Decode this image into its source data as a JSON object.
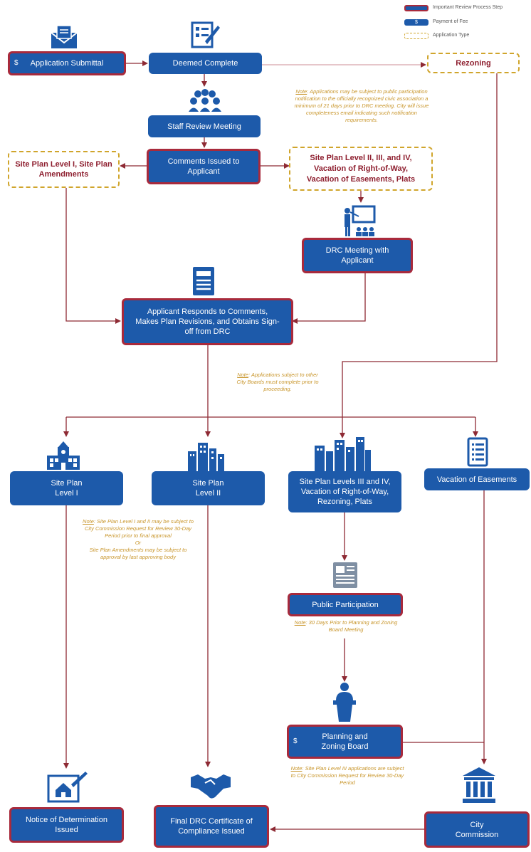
{
  "legend": {
    "critical": "Important Review Process Step",
    "fee": "Payment of Fee",
    "type": "Application Type",
    "fee_glyph": "$"
  },
  "nodes": {
    "application_submittal": "Application Submittal",
    "deemed_complete": "Deemed Complete",
    "rezoning": "Rezoning",
    "staff_review": "Staff Review Meeting",
    "comments_issued": "Comments Issued to Applicant",
    "site_plan_l1_amend": "Site Plan Level I, Site Plan Amendments",
    "site_plan_l2_etc": "Site Plan Level II, III, and IV, Vacation of Right-of-Way, Vacation of Easements, Plats",
    "drc_meeting": "DRC Meeting with Applicant",
    "applicant_responds": "Applicant Responds to Comments, Makes Plan Revisions, and Obtains Sign-off from DRC",
    "site_plan_level_1": "Site Plan Level I",
    "site_plan_level_2": "Site Plan Level II",
    "site_plan_levels_3_4": "Site Plan Levels III and IV, Vacation of Right-of-Way, Rezoning, Plats",
    "vacation_easements": "Vacation of Easements",
    "public_participation": "Public Participation",
    "planning_zoning": "Planning and Zoning Board",
    "notice_determination": "Notice of Determination Issued",
    "final_drc": "Final DRC Certificate of Compliance Issued",
    "city_commission": "City Commission"
  },
  "notes": {
    "label": "Note",
    "public_notification": ": Applications may be subject to public participation notification to the officially recognized civic association a minimum of 21 days prior to DRC meeting. City will issue completeness email indicating such notification requirements.",
    "other_boards": ": Applications subject to other City Boards must complete prior to proceeding.",
    "site_plan_l1_l2": ": Site Plan Level I and II may be subject to City Commission Request for Review 30-Day Period prior to final approval",
    "or": "Or",
    "amendments": "Site Plan Amendments may be subject to approval by last approving body",
    "thirty_days": ": 30 Days Prior to Planning and Zoning Board Meeting",
    "level_3": ": Site Plan Level III applications are subject to City Commission Request for Review 30-Day Period"
  },
  "icons": [
    "envelope-icon",
    "checklist-icon",
    "people-icon",
    "presenter-icon",
    "document-icon",
    "school-building-icon",
    "buildings-icon",
    "city-skyline-icon",
    "list-icon",
    "newspaper-icon",
    "speaker-podium-icon",
    "house-plan-icon",
    "handshake-icon",
    "courthouse-icon"
  ],
  "colors": {
    "node_blue": "#1d5aaa",
    "critical_border": "#a82a3c",
    "type_border": "#d0a52c",
    "arrow": "#8e2a34",
    "note": "#c8952a"
  }
}
